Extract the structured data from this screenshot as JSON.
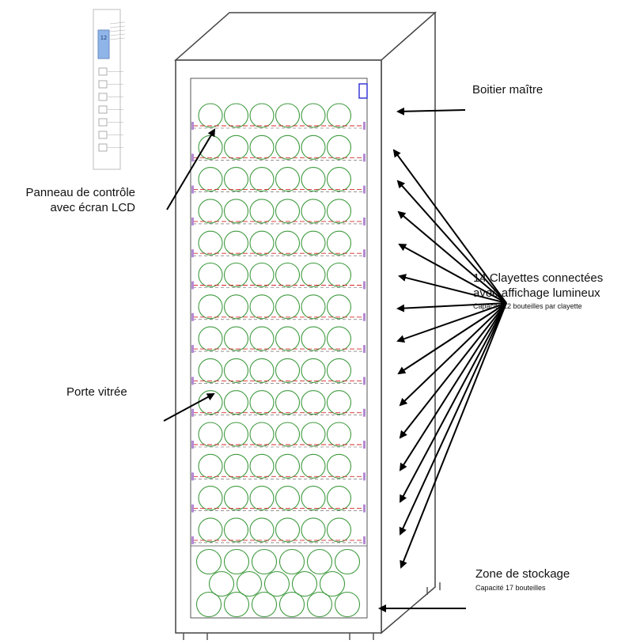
{
  "labels": {
    "boitier": "Boitier maître",
    "panneau_line1": "Panneau de contrôle",
    "panneau_line2": "avec écran LCD",
    "porte": "Porte vitrée",
    "clayettes_line1": "14 Clayettes connectées",
    "clayettes_line2": "avec affichage lumineux",
    "clayettes_sub": "Capacité 12 bouteilles par clayette",
    "zone": "Zone de stockage",
    "zone_sub": "Capacité 17 bouteilles"
  },
  "control_panel": {
    "buttons": [
      "set-icon",
      "wt-icon",
      "light-icon",
      "temperature-up-icon",
      "temperature-down-icon",
      "lock-icon",
      "display-icon"
    ]
  },
  "cabinet": {
    "shelf_count": 14,
    "bottles_per_shelf": 6,
    "storage_rows": [
      6,
      5,
      6
    ],
    "colors": {
      "bottle": "#3f9a3f",
      "shelf_rail": "#d42b2b",
      "shelf_clip": "#b58ad6",
      "outline": "#333333",
      "door_handle": "#3a3ad8"
    }
  }
}
